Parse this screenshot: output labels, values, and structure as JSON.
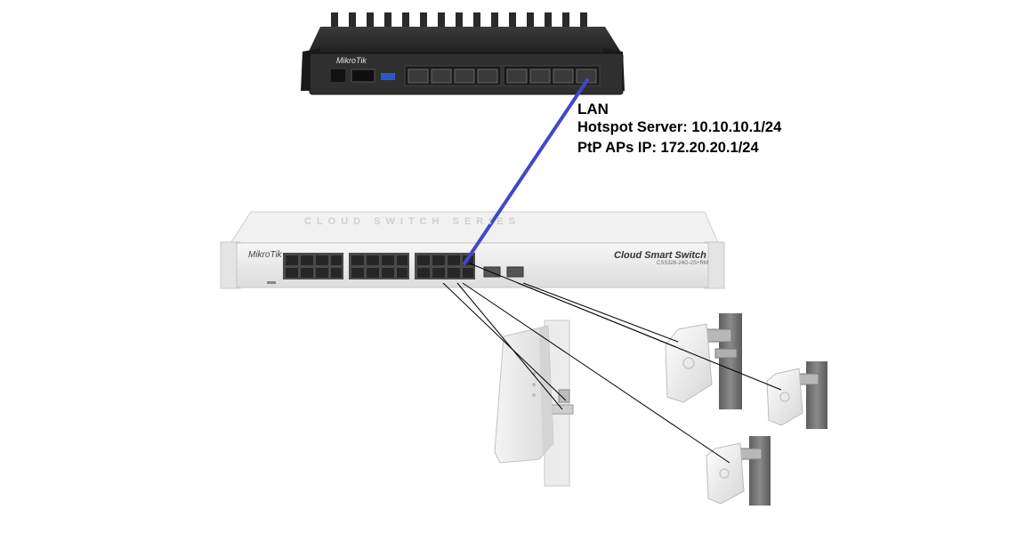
{
  "diagram": {
    "labels": {
      "lan": "LAN",
      "hotspot": "Hotspot Server: 10.10.10.1/24",
      "ptp": "PtP APs IP: 172.20.20.1/24"
    },
    "router": {
      "brand": "MikroTik"
    },
    "switch": {
      "brand": "MikroTik",
      "series": "CLOUD SWITCH SERIES",
      "product": "Cloud Smart Switch",
      "model": "CSS326-24G-2S+RM"
    },
    "colors": {
      "uplink": "#3f48cc",
      "cable": "#000000",
      "router_body": "#2b2b2b",
      "switch_body": "#ececec"
    },
    "icons": [
      "router-icon",
      "switch-icon",
      "sector-antenna-icon",
      "ptp-antenna-icon"
    ]
  }
}
